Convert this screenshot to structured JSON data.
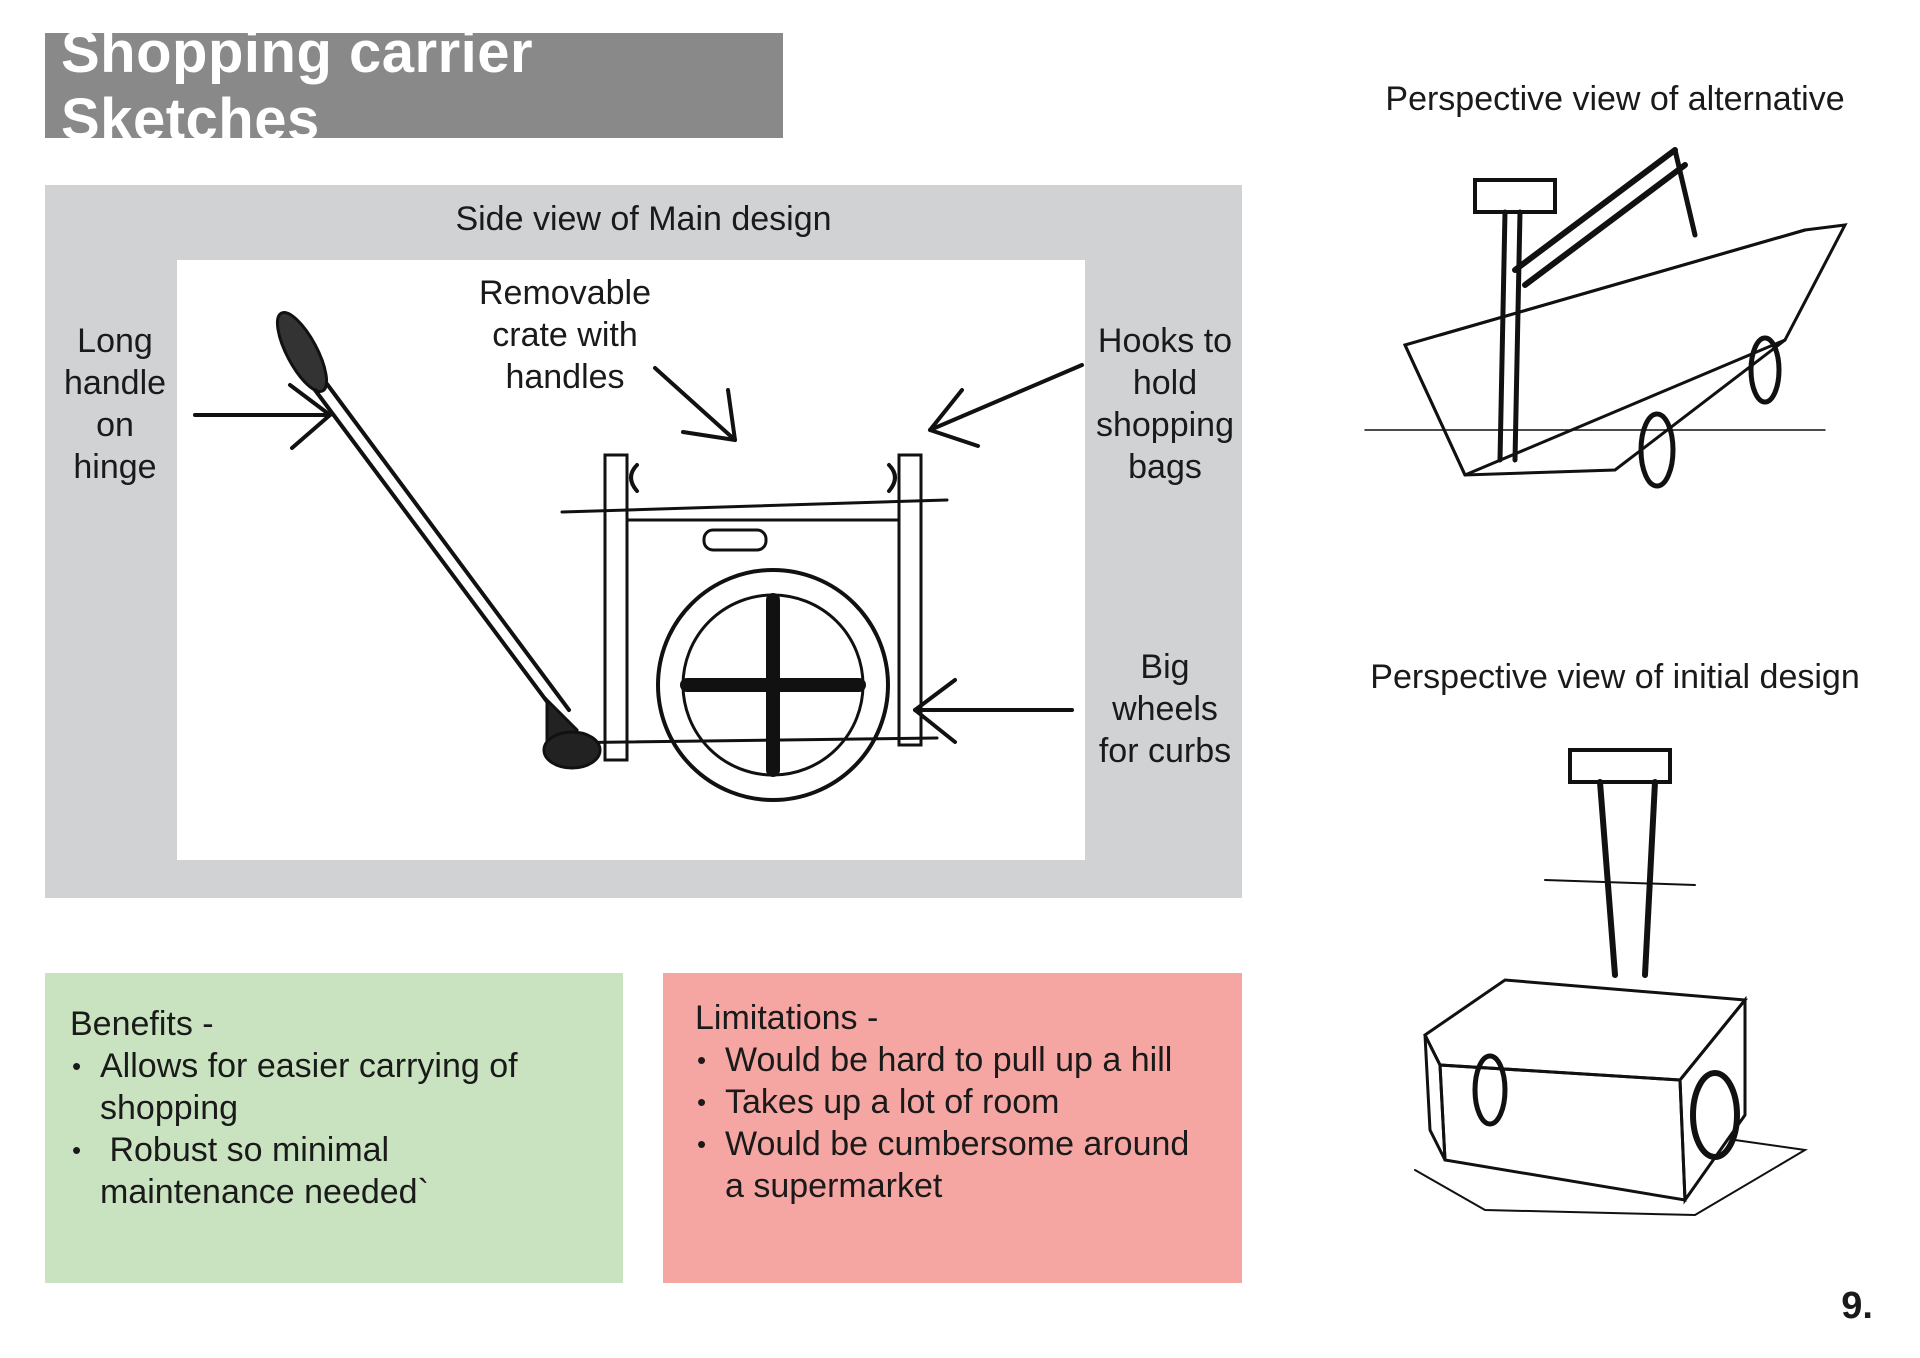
{
  "title": "Shopping carrier Sketches",
  "main_panel": {
    "caption": "Side view of Main design",
    "labels": {
      "handle": "Long\nhandle\non\nhinge",
      "crate": "Removable\ncrate with\nhandles",
      "hooks": "Hooks to\nhold\nshopping\nbags",
      "wheels": "Big\nwheels\nfor curbs"
    }
  },
  "perspective_alternative": {
    "caption": "Perspective view of alternative"
  },
  "perspective_initial": {
    "caption": "Perspective view of initial design"
  },
  "benefits": {
    "heading": "Benefits -",
    "items": [
      "Allows for easier carrying of shopping",
      " Robust so minimal maintenance needed`"
    ]
  },
  "limitations": {
    "heading": "Limitations -",
    "items": [
      "Would be hard to pull up a hill",
      "Takes up a lot of room",
      "Would be cumbersome around a supermarket"
    ]
  },
  "page_number": "9.",
  "colors": {
    "title_bg": "#898989",
    "panel_bg": "#d1d2d4",
    "benefits_bg": "#c9e3c0",
    "limitations_bg": "#f5a6a3"
  }
}
